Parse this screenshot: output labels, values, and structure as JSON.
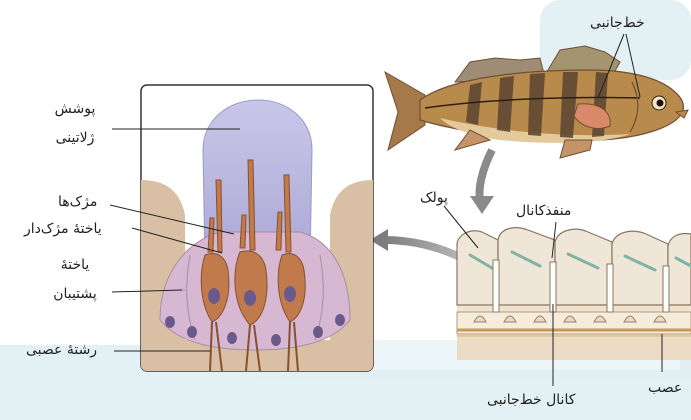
{
  "labels": {
    "lateral_line": "خط‌جانبی",
    "gelatinous_cover_1": "پوشش",
    "gelatinous_cover_2": "ژلاتینی",
    "cilia": "مژک‌ها",
    "hair_cell": "یاختهٔ مژک‌دار",
    "supporting_cell_1": "یاختهٔ",
    "supporting_cell_2": "پشتیبان",
    "nerve_fiber": "رشتهٔ عصبی",
    "scale": "پولک",
    "canal_opening": "منفذکانال",
    "lateral_line_canal": "کانال خط‌جانبی",
    "nerve": "عصب"
  },
  "colors": {
    "watermark": "#cfe6ec",
    "fish_body": "#b88a4c",
    "fish_stripes": "#5a4430",
    "gel": "#b9b7de",
    "tissue": "#d9c0a5",
    "supporting": "#d7b8d2",
    "hair_cell": "#c07a4b",
    "nucleus": "#6a5a8c",
    "arrow": "#8a8a8a",
    "canal": "#efe2cf"
  }
}
